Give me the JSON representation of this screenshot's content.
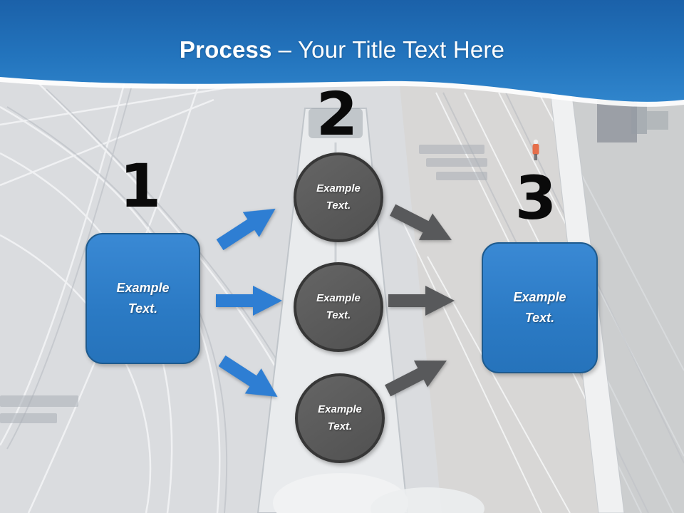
{
  "header": {
    "title_bold": "Process",
    "title_rest": "– Your Title Text Here"
  },
  "process": {
    "steps": [
      {
        "number": "1",
        "shape": "rounded-box",
        "label": "Example\nText."
      },
      {
        "number": "2",
        "shape": "circle-group",
        "circle_labels": [
          "Example\nText.",
          "Example\nText.",
          "Example\nText."
        ]
      },
      {
        "number": "3",
        "shape": "rounded-box",
        "label": "Example\nText."
      }
    ]
  },
  "colors": {
    "header_blue_top": "#1b61a9",
    "header_blue_bottom": "#3085cc",
    "box_blue": "#2e80cc",
    "box_border_blue": "#1e5a8d",
    "circle_gray": "#595959",
    "circle_border_gray": "#373737",
    "arrow_blue": "#2e7ed3",
    "arrow_gray": "#58595b",
    "number_black": "#0a0a0a",
    "title_white": "#ffffff",
    "background_gray": "#dadcdf"
  }
}
